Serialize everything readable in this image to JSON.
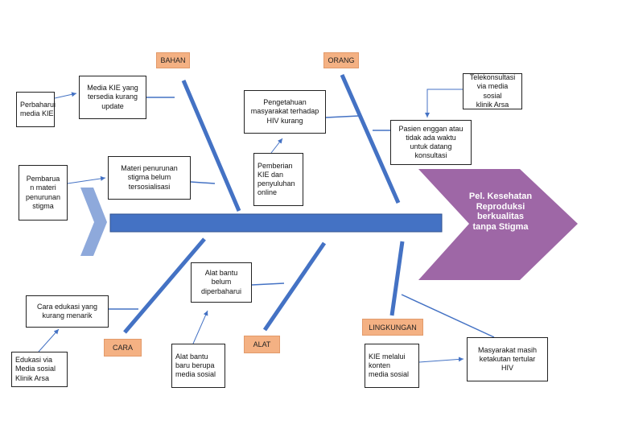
{
  "colors": {
    "spine": "#4472c4",
    "tail": "#8ea9db",
    "head": "#9e67a6",
    "category_fill": "#f4b183",
    "arrow": "#4472c4"
  },
  "head": {
    "text": "Pel. Kesehatan\nReproduksi\nberkualitas\ntanpa Stigma"
  },
  "categories": {
    "bahan": "BAHAN",
    "orang": "ORANG",
    "cara": "CARA",
    "alat": "ALAT",
    "lingkungan": "LINGKUNGAN"
  },
  "boxes": {
    "perbaharui_media_kie": "Perbaharui\nmedia KIE",
    "media_kie_update": "Media KIE yang\ntersedia kurang\nupdate",
    "pembaruan_materi": "Pembarua\nn materi\npenurunan\nstigma",
    "materi_penurunan": "Materi penurunan\nstigma belum\ntersosialisasi",
    "pengetahuan_masyarakat": "Pengetahuan\nmasyarakat terhadap\nHIV kurang",
    "pemberian_kie": "Pemberian\nKIE dan\npenyuluhan\nonline",
    "telekonsultasi": "Telekonsultasi\nvia media sosial\nklinik Arsa",
    "pasien_enggan": "Pasien enggan atau\ntidak ada waktu\nuntuk datang\nkonsultasi",
    "cara_edukasi": "Cara edukasi yang\nkurang menarik",
    "edukasi_via": "Edukasi via\nMedia sosial\nKlinik Arsa",
    "alat_bantu_belum": "Alat bantu\nbelum\ndiperbaharui",
    "alat_bantu_baru": "Alat bantu\nbaru berupa\nmedia sosial",
    "kie_melalui": "KIE melalui\nkonten\nmedia sosial",
    "masyarakat_takut": "Masyarakat masih\nketakutan tertular\nHIV"
  }
}
